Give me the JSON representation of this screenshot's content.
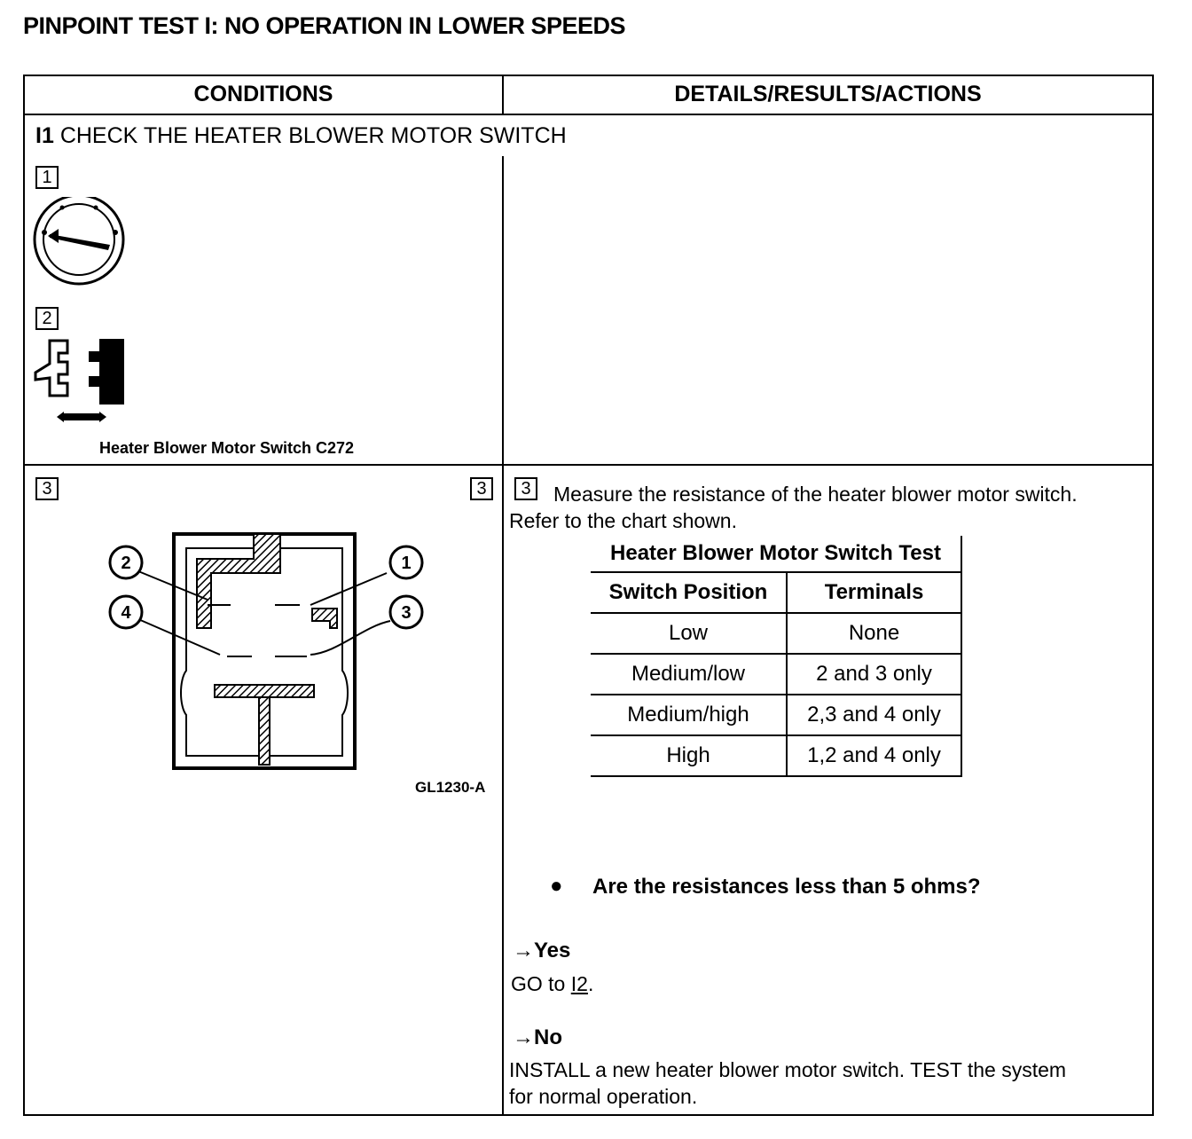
{
  "title": "PINPOINT TEST I: NO OPERATION IN LOWER SPEEDS",
  "columns": {
    "conditions": "CONDITIONS",
    "details": "DETAILS/RESULTS/ACTIONS"
  },
  "section": {
    "id": "I1",
    "title": "CHECK THE HEATER BLOWER MOTOR SWITCH"
  },
  "steps": {
    "s1": "1",
    "s2": "2",
    "s3": "3",
    "connector_caption": "Heater Blower Motor Switch C272",
    "diagram_ref": "GL1230-A",
    "pin_labels": [
      "2",
      "1",
      "4",
      "3"
    ]
  },
  "details": {
    "step_num": "3",
    "instruction_line1": "Measure the resistance of the heater blower motor switch.",
    "instruction_line2": "Refer to the chart shown.",
    "table": {
      "caption": "Heater Blower Motor Switch Test",
      "headers": [
        "Switch Position",
        "Terminals"
      ],
      "rows": [
        [
          "Low",
          "None"
        ],
        [
          "Medium/low",
          "2 and 3 only"
        ],
        [
          "Medium/high",
          "2,3 and 4 only"
        ],
        [
          "High",
          "1,2 and 4 only"
        ]
      ]
    },
    "question": "Are the resistances less than 5 ohms?",
    "yes": {
      "label": "Yes",
      "action_prefix": "GO to ",
      "action_link": "I2",
      "action_suffix": "."
    },
    "no": {
      "label": "No",
      "action_line1": "INSTALL a new heater blower motor switch. TEST the system",
      "action_line2": "for normal operation."
    }
  }
}
